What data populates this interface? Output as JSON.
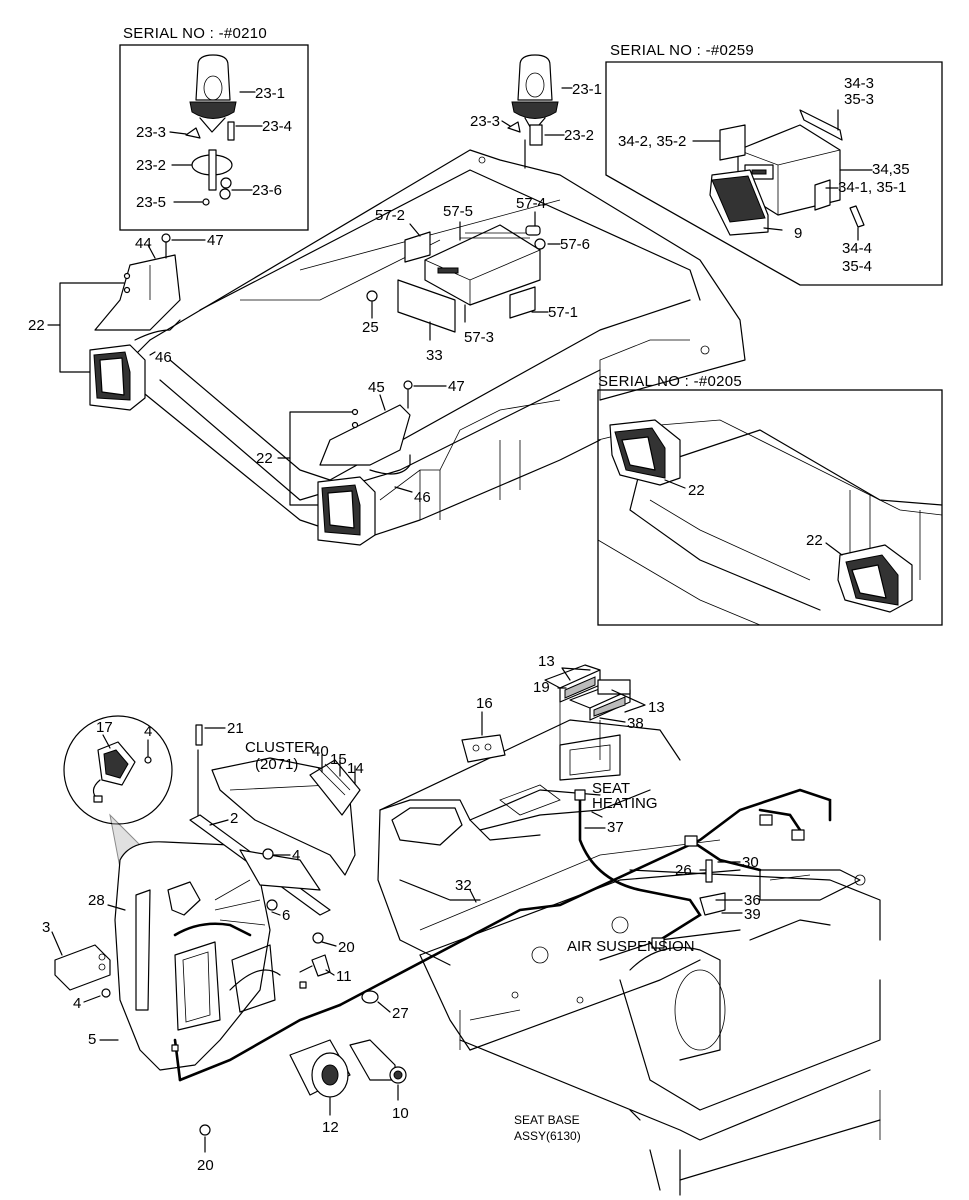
{
  "headers": {
    "serial_0210": "SERIAL NO : -#0210",
    "serial_0259": "SERIAL NO : -#0259",
    "serial_0205": "SERIAL NO : -#0205"
  },
  "notes": {
    "cluster": "CLUSTER",
    "cluster_code": "(2071)",
    "seat_heating_1": "SEAT",
    "seat_heating_2": "HEATING",
    "air_suspension": "AIR SUSPENSION",
    "seat_base_1": "SEAT BASE",
    "seat_base_2": "ASSY(6130)"
  },
  "labels": {
    "b1_23_1": "23-1",
    "b1_23_3": "23-3",
    "b1_23_4": "23-4",
    "b1_23_2": "23-2",
    "b1_23_5": "23-5",
    "b1_23_6": "23-6",
    "m_23_1": "23-1",
    "m_23_3": "23-3",
    "m_23_2": "23-2",
    "b2_34_3": "34-3",
    "b2_35_3": "35-3",
    "b2_34_2": "34-2, 35-2",
    "b2_34_35": "34,35",
    "b2_34_1": "34-1, 35-1",
    "b2_9": "9",
    "b2_34_4": "34-4",
    "b2_35_4": "35-4",
    "r_57_2": "57-2",
    "r_57_5": "57-5",
    "r_57_4": "57-4",
    "r_57_6": "57-6",
    "r_25": "25",
    "r_57_1": "57-1",
    "r_57_3": "57-3",
    "r_33": "33",
    "l_44": "44",
    "l_47a": "47",
    "l_22a": "22",
    "l_46a": "46",
    "l_45": "45",
    "l_47b": "47",
    "l_22b": "22",
    "l_46b": "46",
    "b3_22a": "22",
    "b3_22b": "22",
    "c_13a": "13",
    "c_19": "19",
    "c_13b": "13",
    "c_38": "38",
    "c_16": "16",
    "c_37": "37",
    "c_30": "30",
    "c_26": "26",
    "c_36": "36",
    "c_39": "39",
    "c_32": "32",
    "p_17": "17",
    "p_4a": "4",
    "p_21": "21",
    "p_40": "40",
    "p_15": "15",
    "p_14": "14",
    "p_2": "2",
    "p_4b": "4",
    "p_28": "28",
    "p_6": "6",
    "p_3": "3",
    "p_20a": "20",
    "p_11": "11",
    "p_4c": "4",
    "p_27": "27",
    "p_5": "5",
    "p_12": "12",
    "p_10": "10",
    "p_20b": "20"
  },
  "icons": {
    "beacon": "rotating-beacon-icon",
    "radio": "radio-unit-icon",
    "worklamp": "work-lamp-icon",
    "switch": "rocker-switch-icon"
  }
}
